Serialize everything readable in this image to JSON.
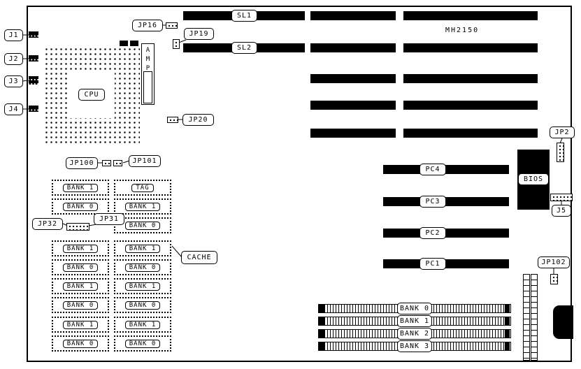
{
  "board": {
    "model": "MH2150"
  },
  "colors": {
    "ink": "#000000",
    "background": "#ffffff"
  },
  "cpu": {
    "label": "CPU",
    "regulator": "AMP"
  },
  "left_connectors": [
    "J1",
    "J2",
    "J3",
    "J4"
  ],
  "jumpers": {
    "jp16": "JP16",
    "jp19": "JP19",
    "jp20": "JP20",
    "jp100": "JP100",
    "jp101": "JP101",
    "jp31": "JP31",
    "jp32": "JP32",
    "jp2": "JP2",
    "j5": "J5",
    "jp102": "JP102"
  },
  "slots": {
    "sl1": "SL1",
    "sl2": "SL2"
  },
  "pci_slots": [
    "PC4",
    "PC3",
    "PC2",
    "PC1"
  ],
  "bios": {
    "label": "BIOS"
  },
  "cache": {
    "label": "CACHE",
    "left_column": [
      "BANK 1",
      "BANK 0",
      "BANK 1",
      "BANK 0",
      "BANK 1",
      "BANK 0",
      "BANK 1",
      "BANK 0"
    ],
    "right_column": [
      "TAG",
      "BANK 1",
      "BANK 0",
      "BANK 1",
      "BANK 0",
      "BANK 1",
      "BANK 0",
      "BANK 1",
      "BANK 0"
    ]
  },
  "simm": {
    "banks": [
      "BANK 0",
      "BANK 1",
      "BANK 2",
      "BANK 3"
    ]
  }
}
